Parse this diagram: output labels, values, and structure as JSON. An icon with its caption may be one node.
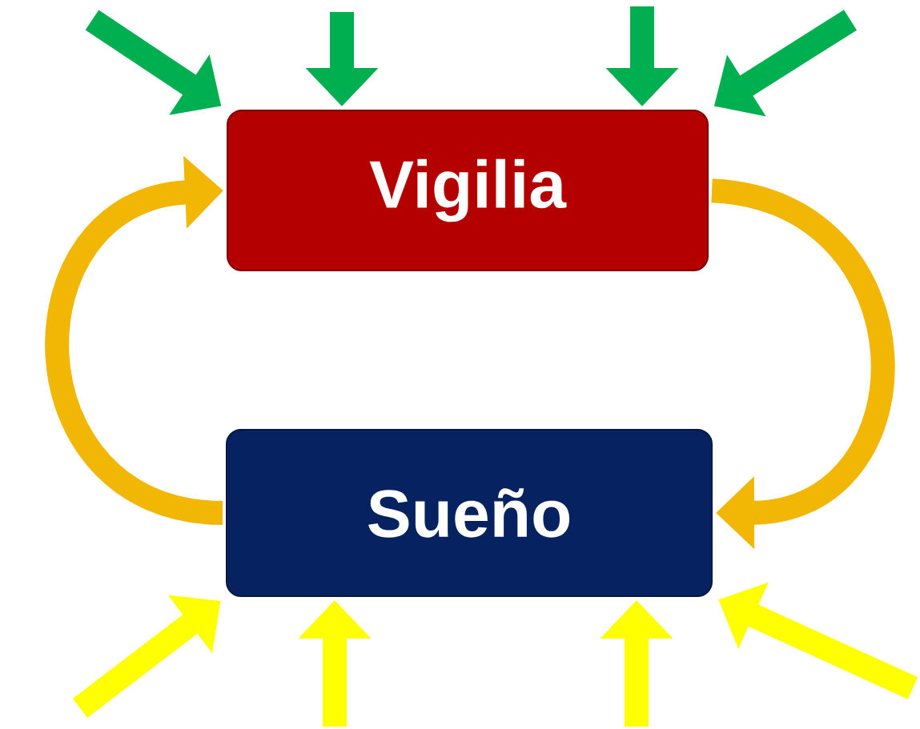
{
  "diagram": {
    "nodes": [
      {
        "text": [
          "Vigilia"
        ]
      },
      {
        "text": [
          "Sueño"
        ]
      }
    ],
    "edges": [
      {
        "from": 1,
        "to": 0,
        "arrow": "to",
        "color": "#f2b705"
      },
      {
        "from": 0,
        "to": 1,
        "arrow": "to",
        "color": "#f2b705"
      },
      {
        "from": null,
        "to": 0,
        "arrow": "to",
        "color": "#00b050"
      },
      {
        "from": null,
        "to": 0,
        "arrow": "to",
        "color": "#00b050"
      },
      {
        "from": null,
        "to": 0,
        "arrow": "to",
        "color": "#00b050"
      },
      {
        "from": null,
        "to": 0,
        "arrow": "to",
        "color": "#00b050"
      },
      {
        "from": null,
        "to": 1,
        "arrow": "to",
        "color": "#ffff00"
      },
      {
        "from": null,
        "to": 1,
        "arrow": "to",
        "color": "#ffff00"
      },
      {
        "from": null,
        "to": 1,
        "arrow": "to",
        "color": "#ffff00"
      },
      {
        "from": null,
        "to": 1,
        "arrow": "to",
        "color": "#ffff00"
      }
    ]
  }
}
